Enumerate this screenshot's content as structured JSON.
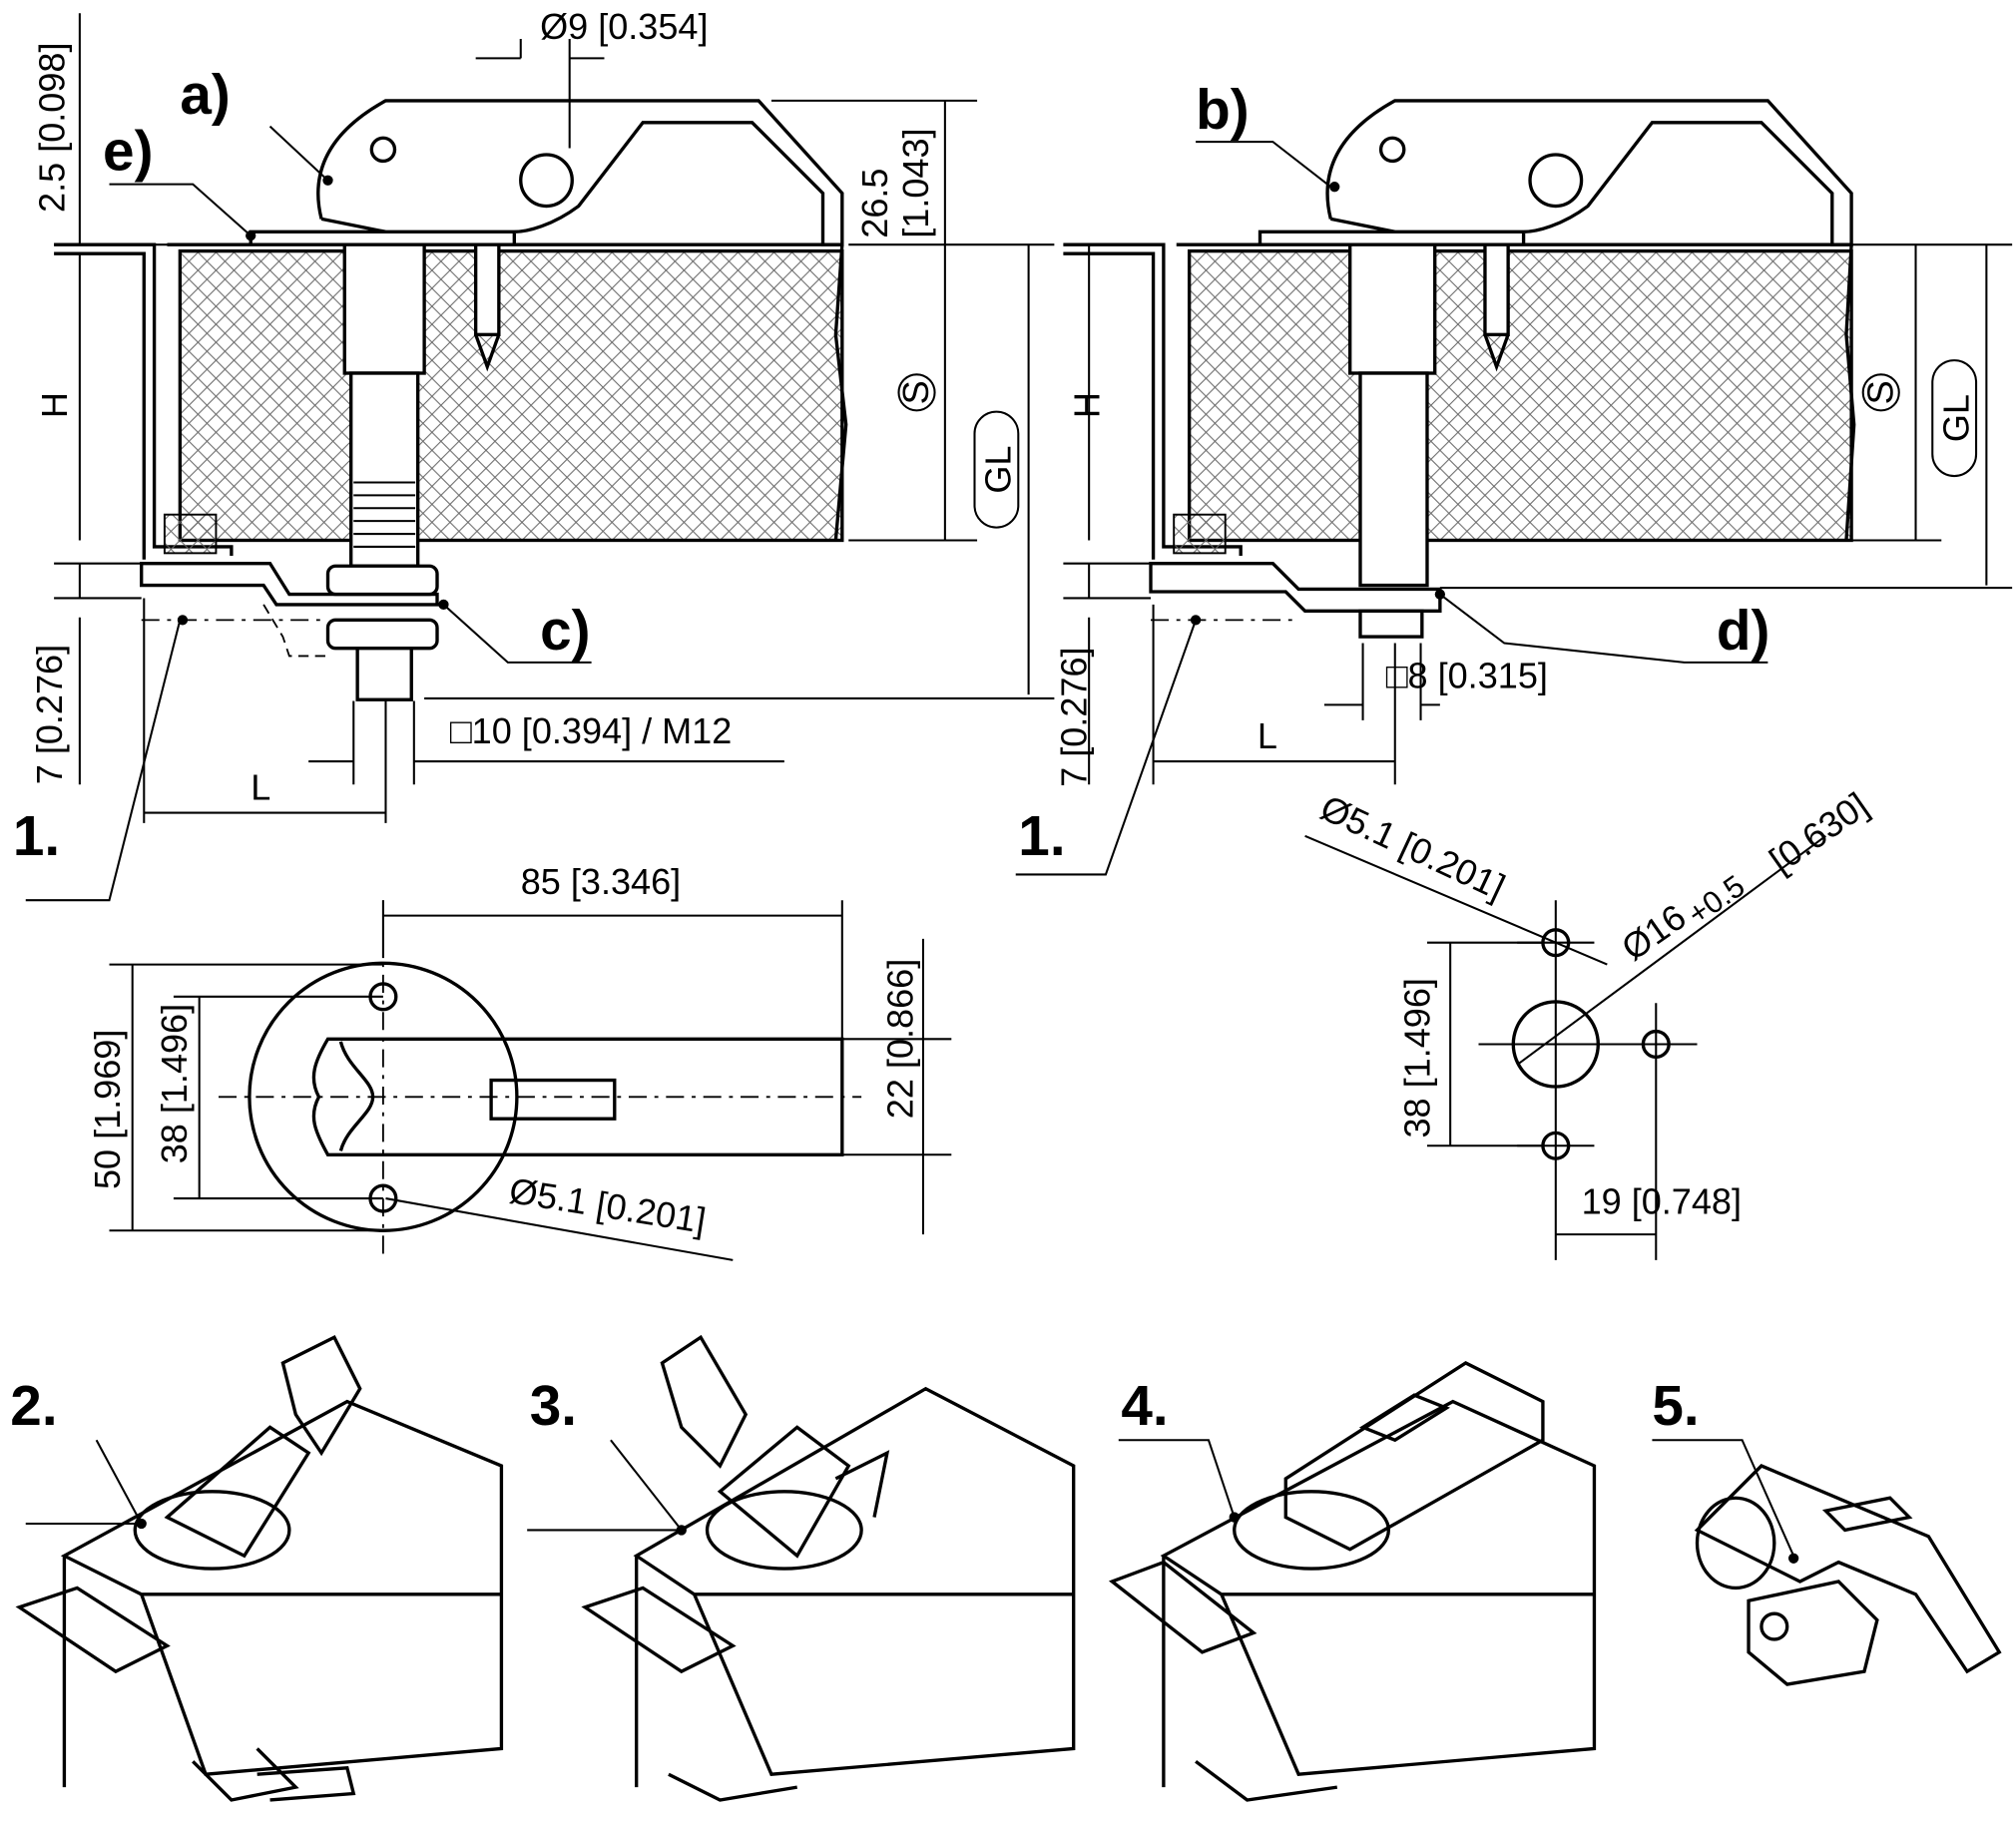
{
  "drawing": {
    "section_left": {
      "callouts": {
        "a": "a)",
        "e": "e)",
        "c": "c)",
        "item": "1."
      },
      "dims": {
        "hole": "Ø9 [0.354]",
        "flange": "2.5 [0.098]",
        "handle_height": "26.5",
        "handle_height_in": "[1.043]",
        "H": "H",
        "S": "S",
        "GL": "GL",
        "offset": "7 [0.276]",
        "square": "□10 [0.394] / M12",
        "L": "L"
      }
    },
    "section_right": {
      "callouts": {
        "b": "b)",
        "d": "d)",
        "item": "1."
      },
      "dims": {
        "H": "H",
        "S": "S",
        "GL": "GL",
        "offset": "7 [0.276]",
        "square": "□8 [0.315]",
        "L": "L"
      }
    },
    "top_view": {
      "dims": {
        "length": "85 [3.346]",
        "width": "22 [0.866]",
        "outer": "50 [1.969]",
        "pitch": "38 [1.496]",
        "hole": "Ø5.1 [0.201]"
      }
    },
    "cutout": {
      "dims": {
        "hole": "Ø5.1 [0.201]",
        "center_hole": "Ø16",
        "tolerance": "+0.5",
        "center_hole_in": "[0.630]",
        "pitch": "38 [1.496]",
        "offset": "19 [0.748]"
      }
    },
    "variants": [
      "2.",
      "3.",
      "4.",
      "5."
    ]
  }
}
